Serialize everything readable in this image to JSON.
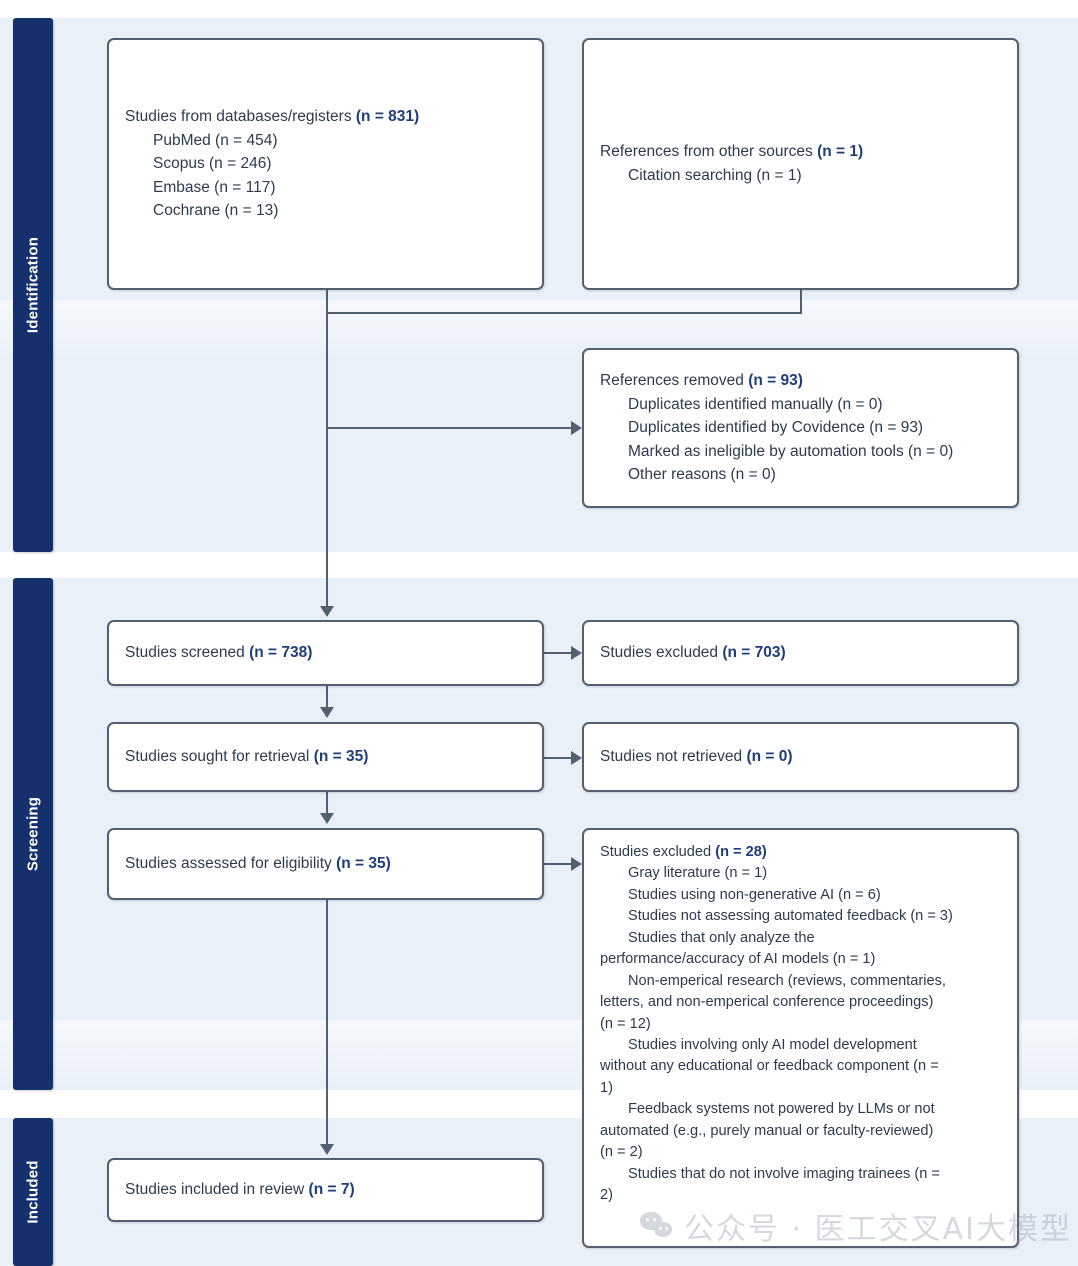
{
  "diagram": {
    "title": "PRISMA flow diagram",
    "accent_color": "#1f3d7a",
    "text_color": "#2d3b4e",
    "band_color": "#16306d",
    "panel_color": "#e9f0f8",
    "box_border_color": "#54606f"
  },
  "stages": {
    "identification": "Identification",
    "screening": "Screening",
    "included": "Included"
  },
  "boxes": {
    "databases": {
      "head_text": "Studies from databases/registers ",
      "head_count": "(n = 831)",
      "items": [
        "PubMed (n = 454)",
        "Scopus (n = 246)",
        "Embase (n = 117)",
        "Cochrane (n = 13)"
      ]
    },
    "other_sources": {
      "head_text": "References from other sources ",
      "head_count": "(n = 1)",
      "items": [
        "Citation searching (n = 1)"
      ]
    },
    "references_removed": {
      "head_text": "References removed ",
      "head_count": "(n = 93)",
      "items": [
        "Duplicates identified manually (n = 0)",
        "Duplicates identified by Covidence (n = 93)",
        "Marked as ineligible by automation tools (n = 0)",
        "Other reasons (n = 0)"
      ]
    },
    "screened": {
      "head_text": "Studies screened ",
      "head_count": "(n = 738)"
    },
    "excluded_screening": {
      "head_text": "Studies excluded ",
      "head_count": "(n = 703)"
    },
    "sought_for_retrieval": {
      "head_text": "Studies sought for retrieval ",
      "head_count": "(n = 35)"
    },
    "not_retrieved": {
      "head_text": "Studies not retrieved ",
      "head_count": "(n = 0)"
    },
    "assessed_eligibility": {
      "head_text": "Studies assessed for eligibility ",
      "head_count": "(n = 35)"
    },
    "excluded_eligibility": {
      "head_text": "Studies excluded ",
      "head_count": "(n = 28)",
      "items": [
        "Gray literature (n = 1)",
        "Studies using non-generative AI (n = 6)",
        "Studies not assessing automated feedback (n = 3)",
        "Studies that only analyze the\nperformance/accuracy of AI models (n = 1)",
        "Non-emperical research (reviews, commentaries,\nletters, and non-emperical conference proceedings)\n(n = 12)",
        "Studies involving only AI model development\nwithout any educational or feedback component (n =\n1)",
        "Feedback systems not powered by LLMs or not\nautomated (e.g., purely manual or faculty-reviewed)\n(n = 2)",
        "Studies that do not involve imaging trainees (n =\n2)"
      ]
    },
    "included_in_review": {
      "head_text": "Studies included in review ",
      "head_count": "(n = 7)"
    }
  },
  "watermark": {
    "icon": "wechat-icon",
    "text": "公众号 · 医工交叉AI大模型"
  }
}
